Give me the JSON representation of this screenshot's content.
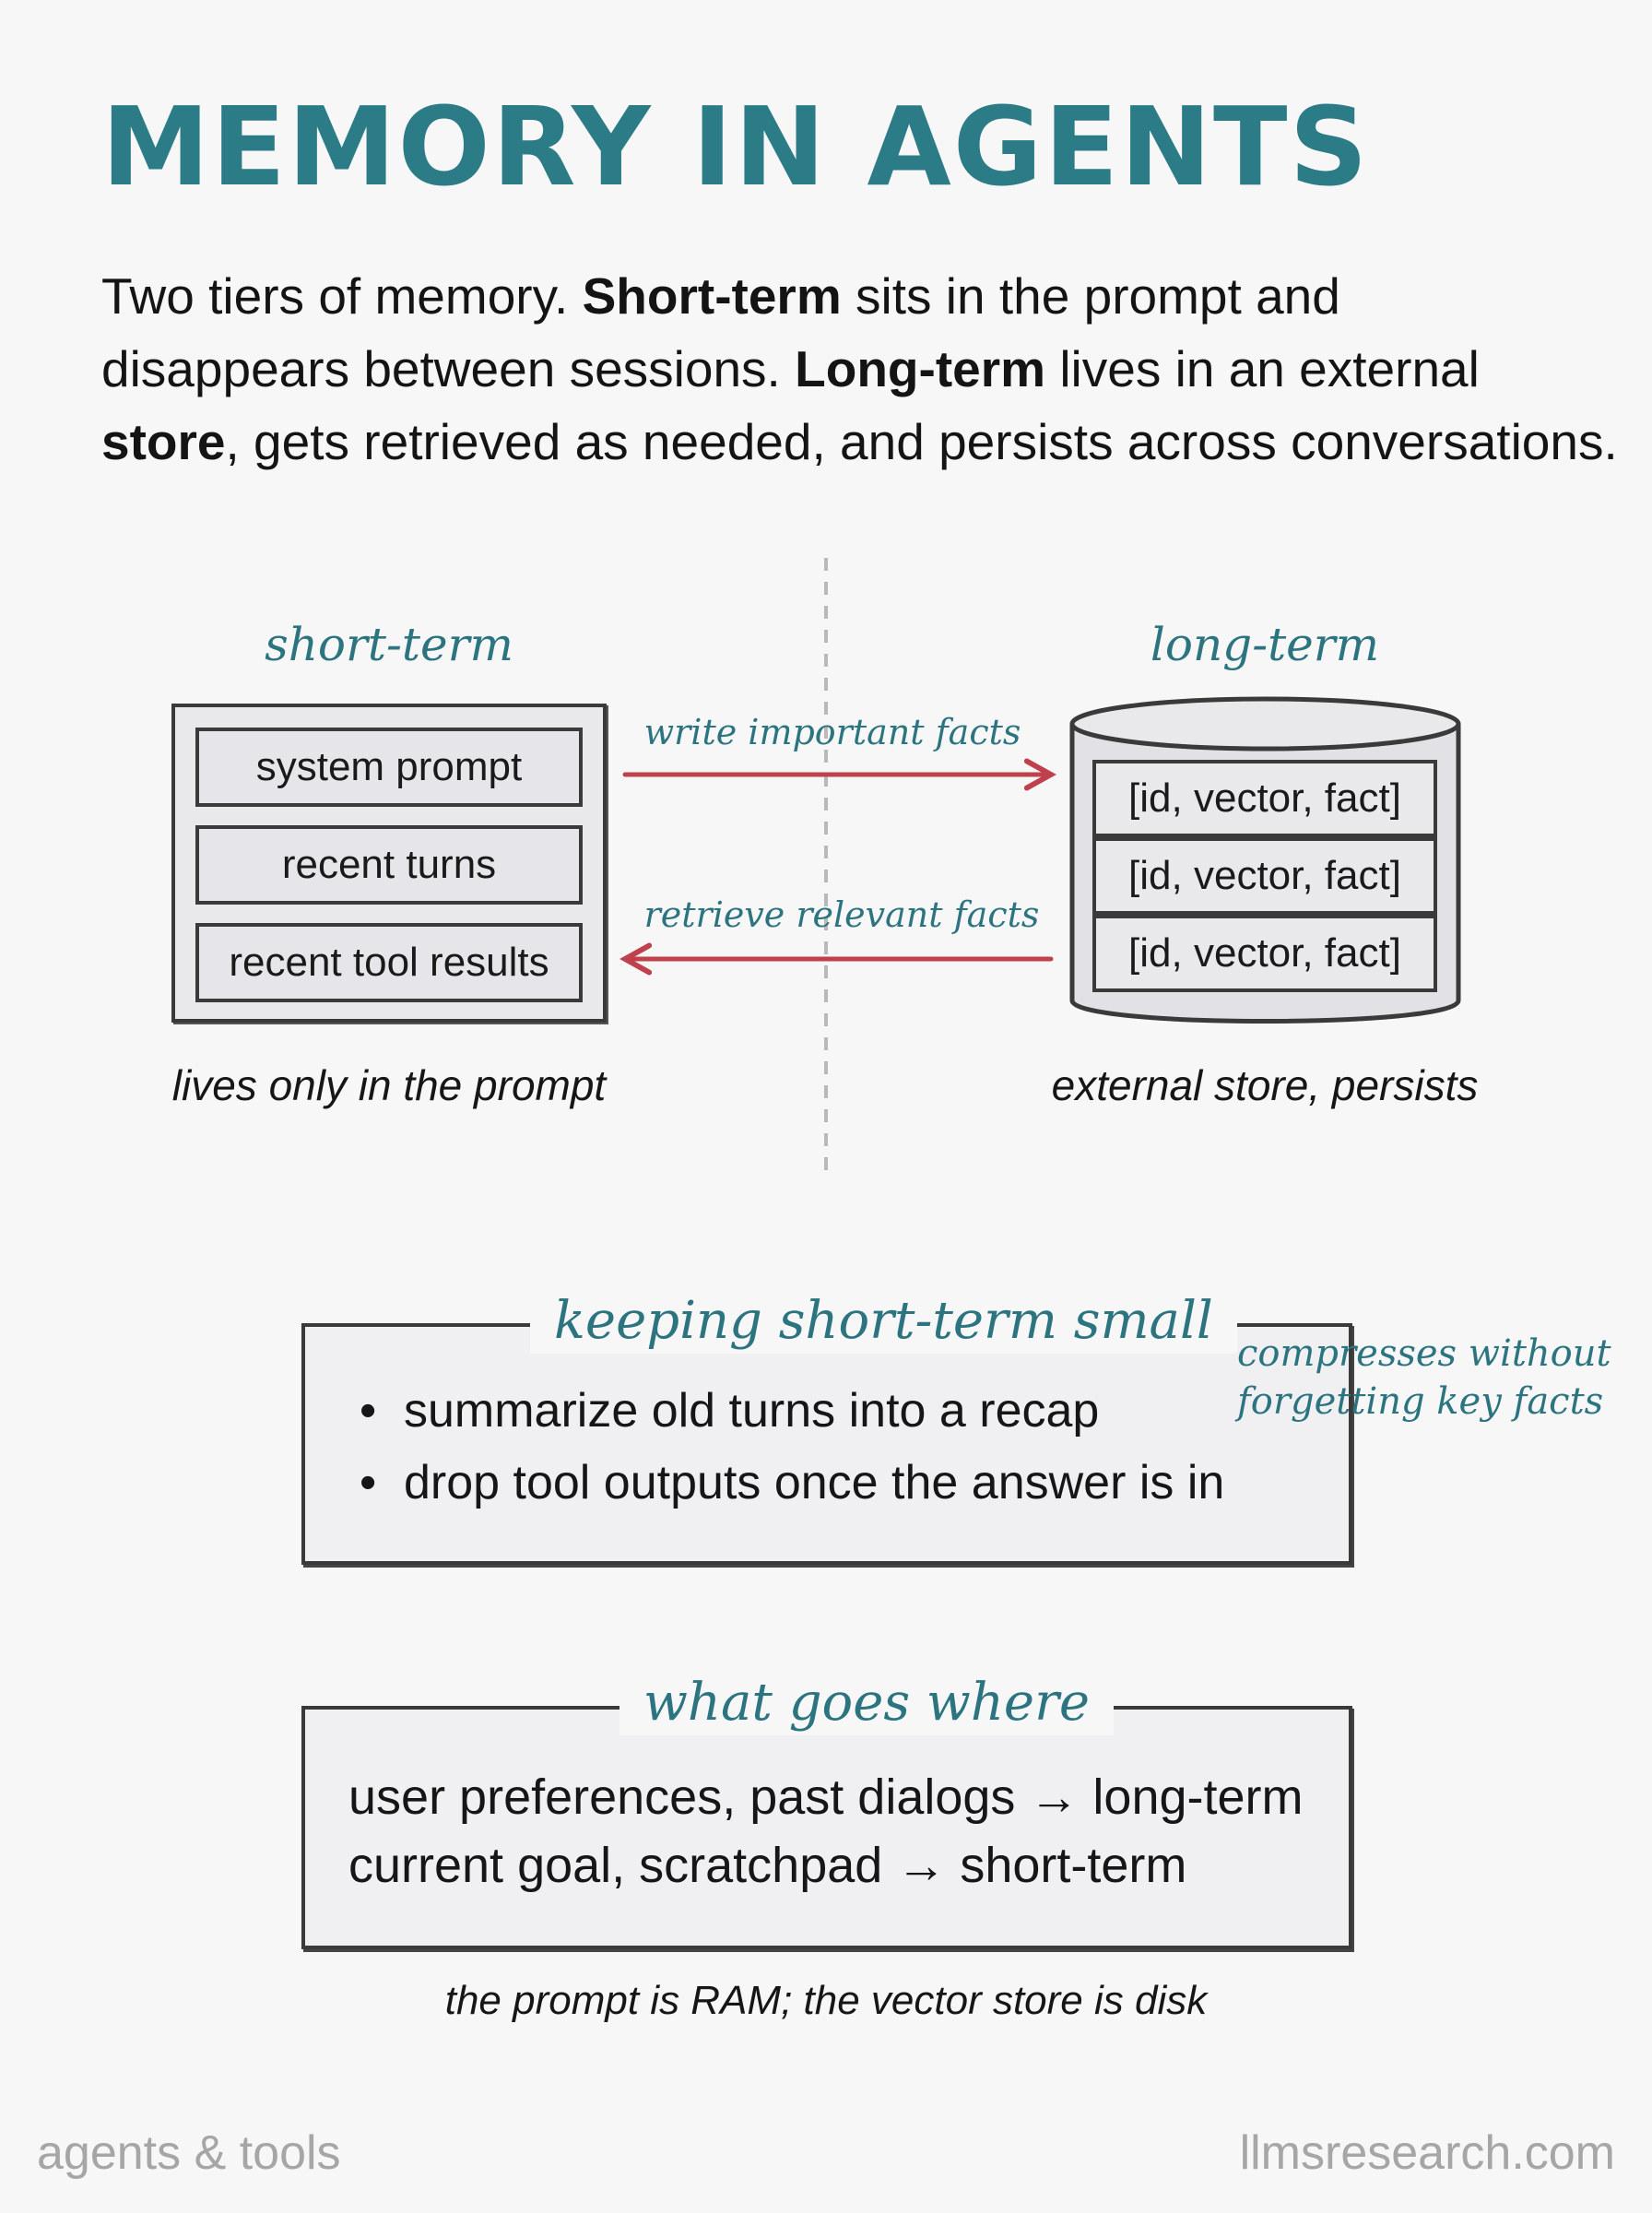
{
  "title": "MEMORY IN AGENTS",
  "intro": {
    "p1": "Two tiers of memory. ",
    "b1": "Short-term",
    "p2": " sits in the prompt and",
    "p3": "disappears between sessions. ",
    "b2": "Long-term",
    "p4": " lives in an external",
    "b3": "store",
    "p5": ", gets retrieved as needed, and persists across conversations."
  },
  "short_term": {
    "label": "short-term",
    "slots": [
      "system prompt",
      "recent turns",
      "recent tool results"
    ],
    "caption": "lives only in the prompt"
  },
  "long_term": {
    "label": "long-term",
    "rows": [
      "[id, vector, fact]",
      "[id, vector, fact]",
      "[id, vector, fact]"
    ],
    "caption": "external store, persists"
  },
  "arrows": {
    "write": "write important facts",
    "retrieve": "retrieve relevant facts"
  },
  "keeping": {
    "title": "keeping short-term small",
    "bullets": [
      "summarize old turns into a recap",
      "drop tool outputs once the answer is in"
    ],
    "note_line1": "compresses without",
    "note_line2": "forgetting key facts"
  },
  "where": {
    "title": "what goes where",
    "lines": [
      "user preferences, past dialogs → long-term",
      "current goal, scratchpad → short-term"
    ]
  },
  "analogy": "the prompt is RAM; the vector store is disk",
  "footer": {
    "left": "agents & tools",
    "right": "llmsresearch.com"
  },
  "colors": {
    "teal": "#2b7c87",
    "arrow_red": "#c0414e",
    "ink": "#3a3a3a"
  }
}
